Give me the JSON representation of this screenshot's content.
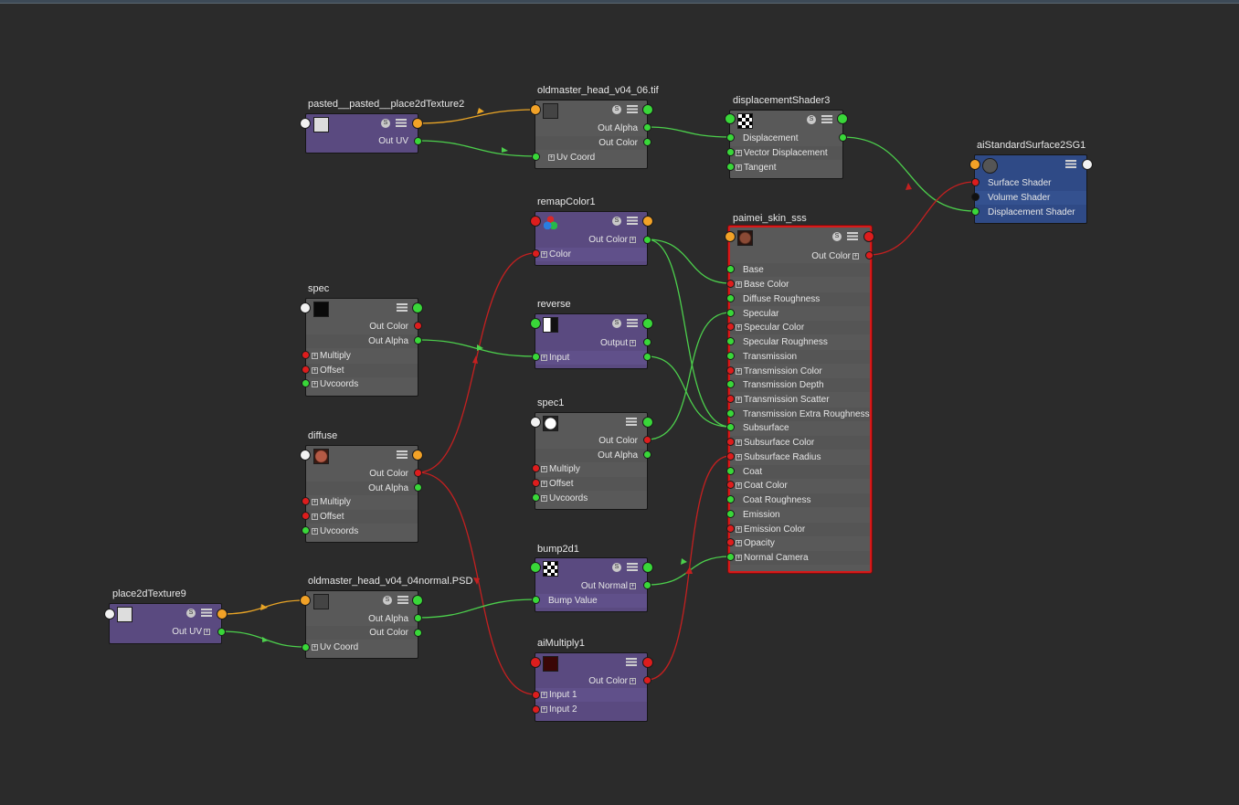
{
  "nodes": {
    "pasted_place2d": {
      "title": "pasted__pasted__place2dTexture2",
      "out_uv": "Out UV"
    },
    "oldmaster_tif": {
      "title": "oldmaster_head_v04_06.tif",
      "out_alpha": "Out Alpha",
      "out_color": "Out Color",
      "uv_coord": "Uv Coord"
    },
    "displacement_shader": {
      "title": "displacementShader3",
      "displacement": "Displacement",
      "vector_displacement": "Vector Displacement",
      "tangent": "Tangent"
    },
    "ai_sg": {
      "title": "aiStandardSurface2SG1",
      "surface_shader": "Surface Shader",
      "volume_shader": "Volume Shader",
      "displacement_shader": "Displacement Shader"
    },
    "remap_color": {
      "title": "remapColor1",
      "out_color": "Out Color",
      "color": "Color"
    },
    "spec": {
      "title": "spec",
      "out_color": "Out Color",
      "out_alpha": "Out Alpha",
      "multiply": "Multiply",
      "offset": "Offset",
      "uvcoords": "Uvcoords"
    },
    "reverse": {
      "title": "reverse",
      "output": "Output",
      "input": "Input"
    },
    "spec1": {
      "title": "spec1",
      "out_color": "Out Color",
      "out_alpha": "Out Alpha",
      "multiply": "Multiply",
      "offset": "Offset",
      "uvcoords": "Uvcoords"
    },
    "diffuse": {
      "title": "diffuse",
      "out_color": "Out Color",
      "out_alpha": "Out Alpha",
      "multiply": "Multiply",
      "offset": "Offset",
      "uvcoords": "Uvcoords"
    },
    "paimei": {
      "title": "paimei_skin_sss",
      "out_color": "Out Color",
      "attrs": [
        "Base",
        "Base Color",
        "Diffuse Roughness",
        "Specular",
        "Specular Color",
        "Specular Roughness",
        "Transmission",
        "Transmission Color",
        "Transmission Depth",
        "Transmission Scatter",
        "Transmission Extra Roughness",
        "Subsurface",
        "Subsurface Color",
        "Subsurface Radius",
        "Coat",
        "Coat Color",
        "Coat Roughness",
        "Emission",
        "Emission Color",
        "Opacity",
        "Normal Camera"
      ]
    },
    "bump2d": {
      "title": "bump2d1",
      "out_normal": "Out Normal",
      "bump_value": "Bump Value"
    },
    "place2d9": {
      "title": "place2dTexture9",
      "out_uv": "Out UV"
    },
    "oldmaster_psd": {
      "title": "oldmaster_head_v04_04normal.PSD",
      "out_alpha": "Out Alpha",
      "out_color": "Out Color",
      "uv_coord": "Uv Coord"
    },
    "ai_multiply": {
      "title": "aiMultiply1",
      "out_color": "Out Color",
      "input1": "Input 1",
      "input2": "Input 2"
    }
  },
  "icons": {
    "swatch_toggle": "S",
    "expand_plus": "+"
  },
  "colors": {
    "canvas": "#2b2b2b",
    "texture_node": "#595959",
    "utility_node": "#5a4a80",
    "shading_group": "#2f4a86",
    "selection": "#d61a1a",
    "port_green": "#39d739",
    "port_red": "#dd1d1d",
    "port_orange": "#f2a227",
    "wire_green": "#4ccf4c",
    "wire_red": "#c42020",
    "wire_orange": "#e8a426"
  }
}
